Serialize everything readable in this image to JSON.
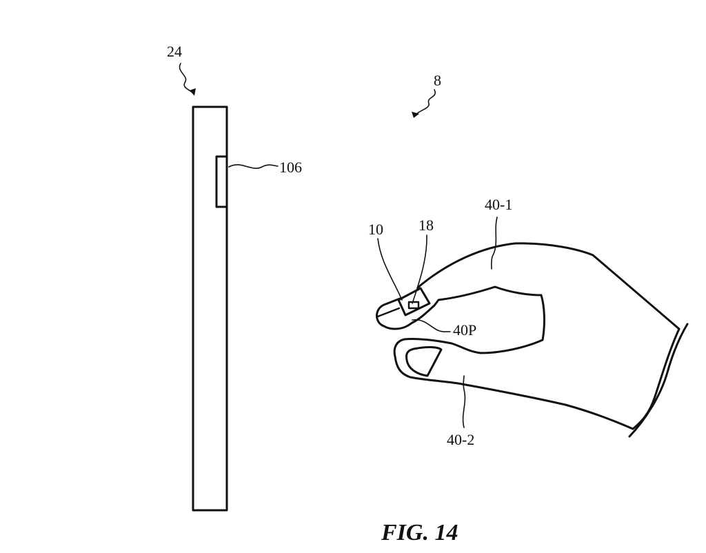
{
  "figure": {
    "caption": "FIG. 14"
  },
  "labels": {
    "device": "24",
    "system": "8",
    "button": "106",
    "finger_device": "10",
    "sensor": "18",
    "finger_pad": "40P",
    "index_finger": "40-1",
    "thumb": "40-2"
  }
}
